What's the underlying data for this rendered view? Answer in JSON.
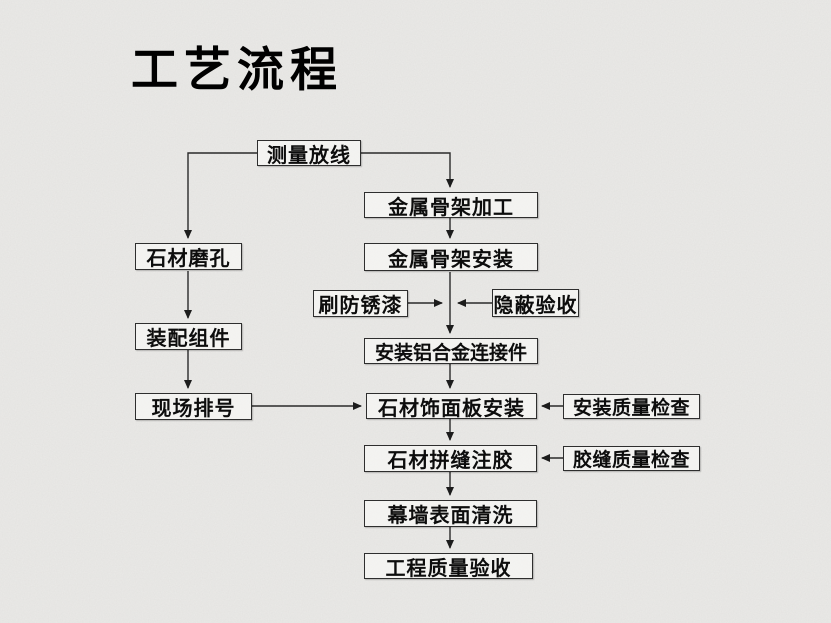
{
  "slide": {
    "title": "工艺流程"
  },
  "colors": {
    "background": "#eae9e7",
    "box_border": "#2e2e2e",
    "box_fill": "#faf9f7",
    "line": "#2a2a2a",
    "text": "#0d0d0d"
  },
  "flowchart": {
    "nodes": [
      {
        "id": "measure-layout",
        "label": "测量放线"
      },
      {
        "id": "metal-frame-processing",
        "label": "金属骨架加工"
      },
      {
        "id": "stone-drilling",
        "label": "石材磨孔"
      },
      {
        "id": "metal-frame-installation",
        "label": "金属骨架安装"
      },
      {
        "id": "anti-rust-painting",
        "label": "刷防锈漆"
      },
      {
        "id": "concealed-acceptance",
        "label": "隐蔽验收"
      },
      {
        "id": "component-assembly",
        "label": "装配组件"
      },
      {
        "id": "aluminum-connector-install",
        "label": "安装铝合金连接件"
      },
      {
        "id": "site-numbering",
        "label": "现场排号"
      },
      {
        "id": "stone-panel-installation",
        "label": "石材饰面板安装"
      },
      {
        "id": "installation-quality-check",
        "label": "安装质量检查"
      },
      {
        "id": "stone-joint-caulking",
        "label": "石材拼缝注胶"
      },
      {
        "id": "caulk-quality-check",
        "label": "胶缝质量检查"
      },
      {
        "id": "curtain-wall-cleaning",
        "label": "幕墙表面清洗"
      },
      {
        "id": "project-quality-acceptance",
        "label": "工程质量验收"
      }
    ],
    "edges": [
      {
        "from": "measure-layout",
        "to": "stone-drilling"
      },
      {
        "from": "measure-layout",
        "to": "metal-frame-processing"
      },
      {
        "from": "metal-frame-processing",
        "to": "metal-frame-installation"
      },
      {
        "from": "metal-frame-installation",
        "to": "aluminum-connector-install"
      },
      {
        "from": "anti-rust-painting",
        "to": "metal-frame-installation/aluminum-connector-install junction"
      },
      {
        "from": "concealed-acceptance",
        "to": "metal-frame-installation/aluminum-connector-install junction"
      },
      {
        "from": "stone-drilling",
        "to": "component-assembly"
      },
      {
        "from": "component-assembly",
        "to": "site-numbering"
      },
      {
        "from": "site-numbering",
        "to": "stone-panel-installation"
      },
      {
        "from": "aluminum-connector-install",
        "to": "stone-panel-installation"
      },
      {
        "from": "installation-quality-check",
        "to": "stone-panel-installation"
      },
      {
        "from": "stone-panel-installation",
        "to": "stone-joint-caulking"
      },
      {
        "from": "caulk-quality-check",
        "to": "stone-joint-caulking"
      },
      {
        "from": "stone-joint-caulking",
        "to": "curtain-wall-cleaning"
      },
      {
        "from": "curtain-wall-cleaning",
        "to": "project-quality-acceptance"
      }
    ]
  }
}
